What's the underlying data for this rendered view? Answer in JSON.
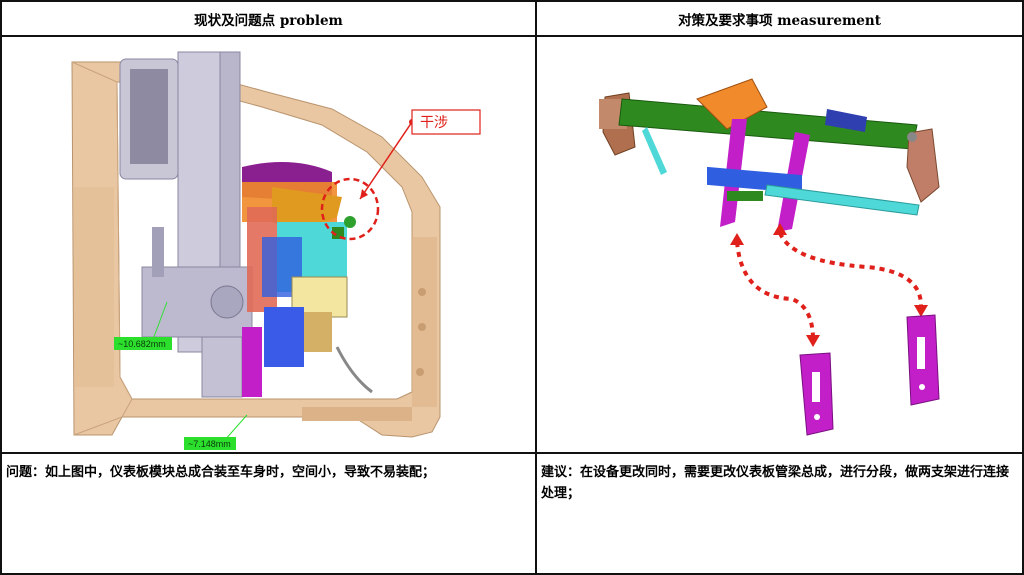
{
  "headers": {
    "left": "现状及问题点 problem",
    "right": "对策及要求事项 measurement"
  },
  "left_figure": {
    "callout": "干涉",
    "measure_1": "~10.682mm",
    "measure_2": "~7.148mm"
  },
  "descriptions": {
    "left": "问题：如上图中，仪表板模块总成合装至车身时，空间小，导致不易装配；",
    "right": "建议：在设备更改同时，需要更改仪表板管梁总成，进行分段，做两支架进行连接处理；"
  },
  "colors": {
    "body_tan": "#e9c7a2",
    "callout_red": "#e0201a",
    "measure_green": "#2ddf2d",
    "magenta": "#c21fc9",
    "beam_green": "#2e8a1e",
    "cyan": "#4fd8d8",
    "blue": "#2f5fe0"
  }
}
